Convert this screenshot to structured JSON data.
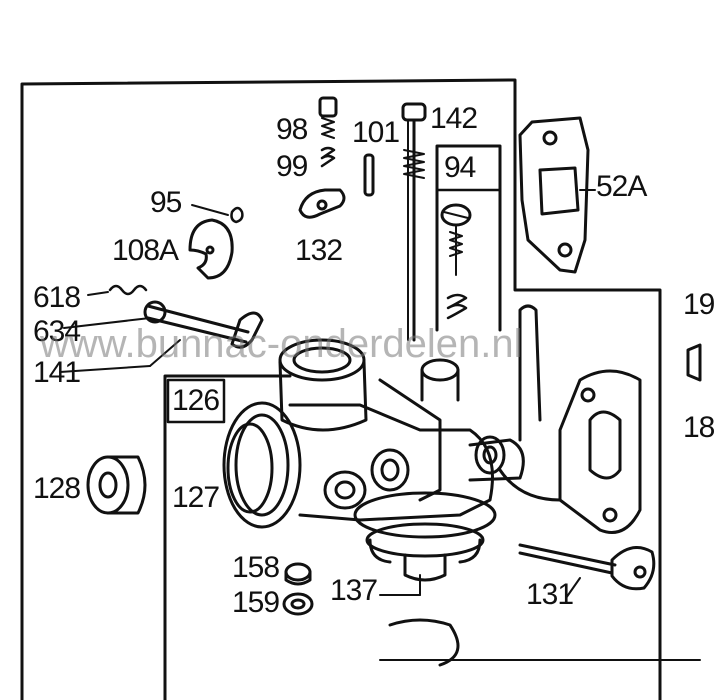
{
  "watermark": "www.bunnac-onderdelen.nl",
  "parts": {
    "p98": "98",
    "p99": "99",
    "p101": "101",
    "p142": "142",
    "p94": "94",
    "p52a": "52A",
    "p95": "95",
    "p108a": "108A",
    "p132": "132",
    "p618": "618",
    "p634": "634",
    "p141": "141",
    "p126": "126",
    "p128": "128",
    "p127": "127",
    "p158": "158",
    "p159": "159",
    "p137": "137",
    "p131": "131",
    "p19": "19",
    "p18": "18"
  },
  "colors": {
    "ink": "#111111",
    "paper": "#ffffff"
  }
}
